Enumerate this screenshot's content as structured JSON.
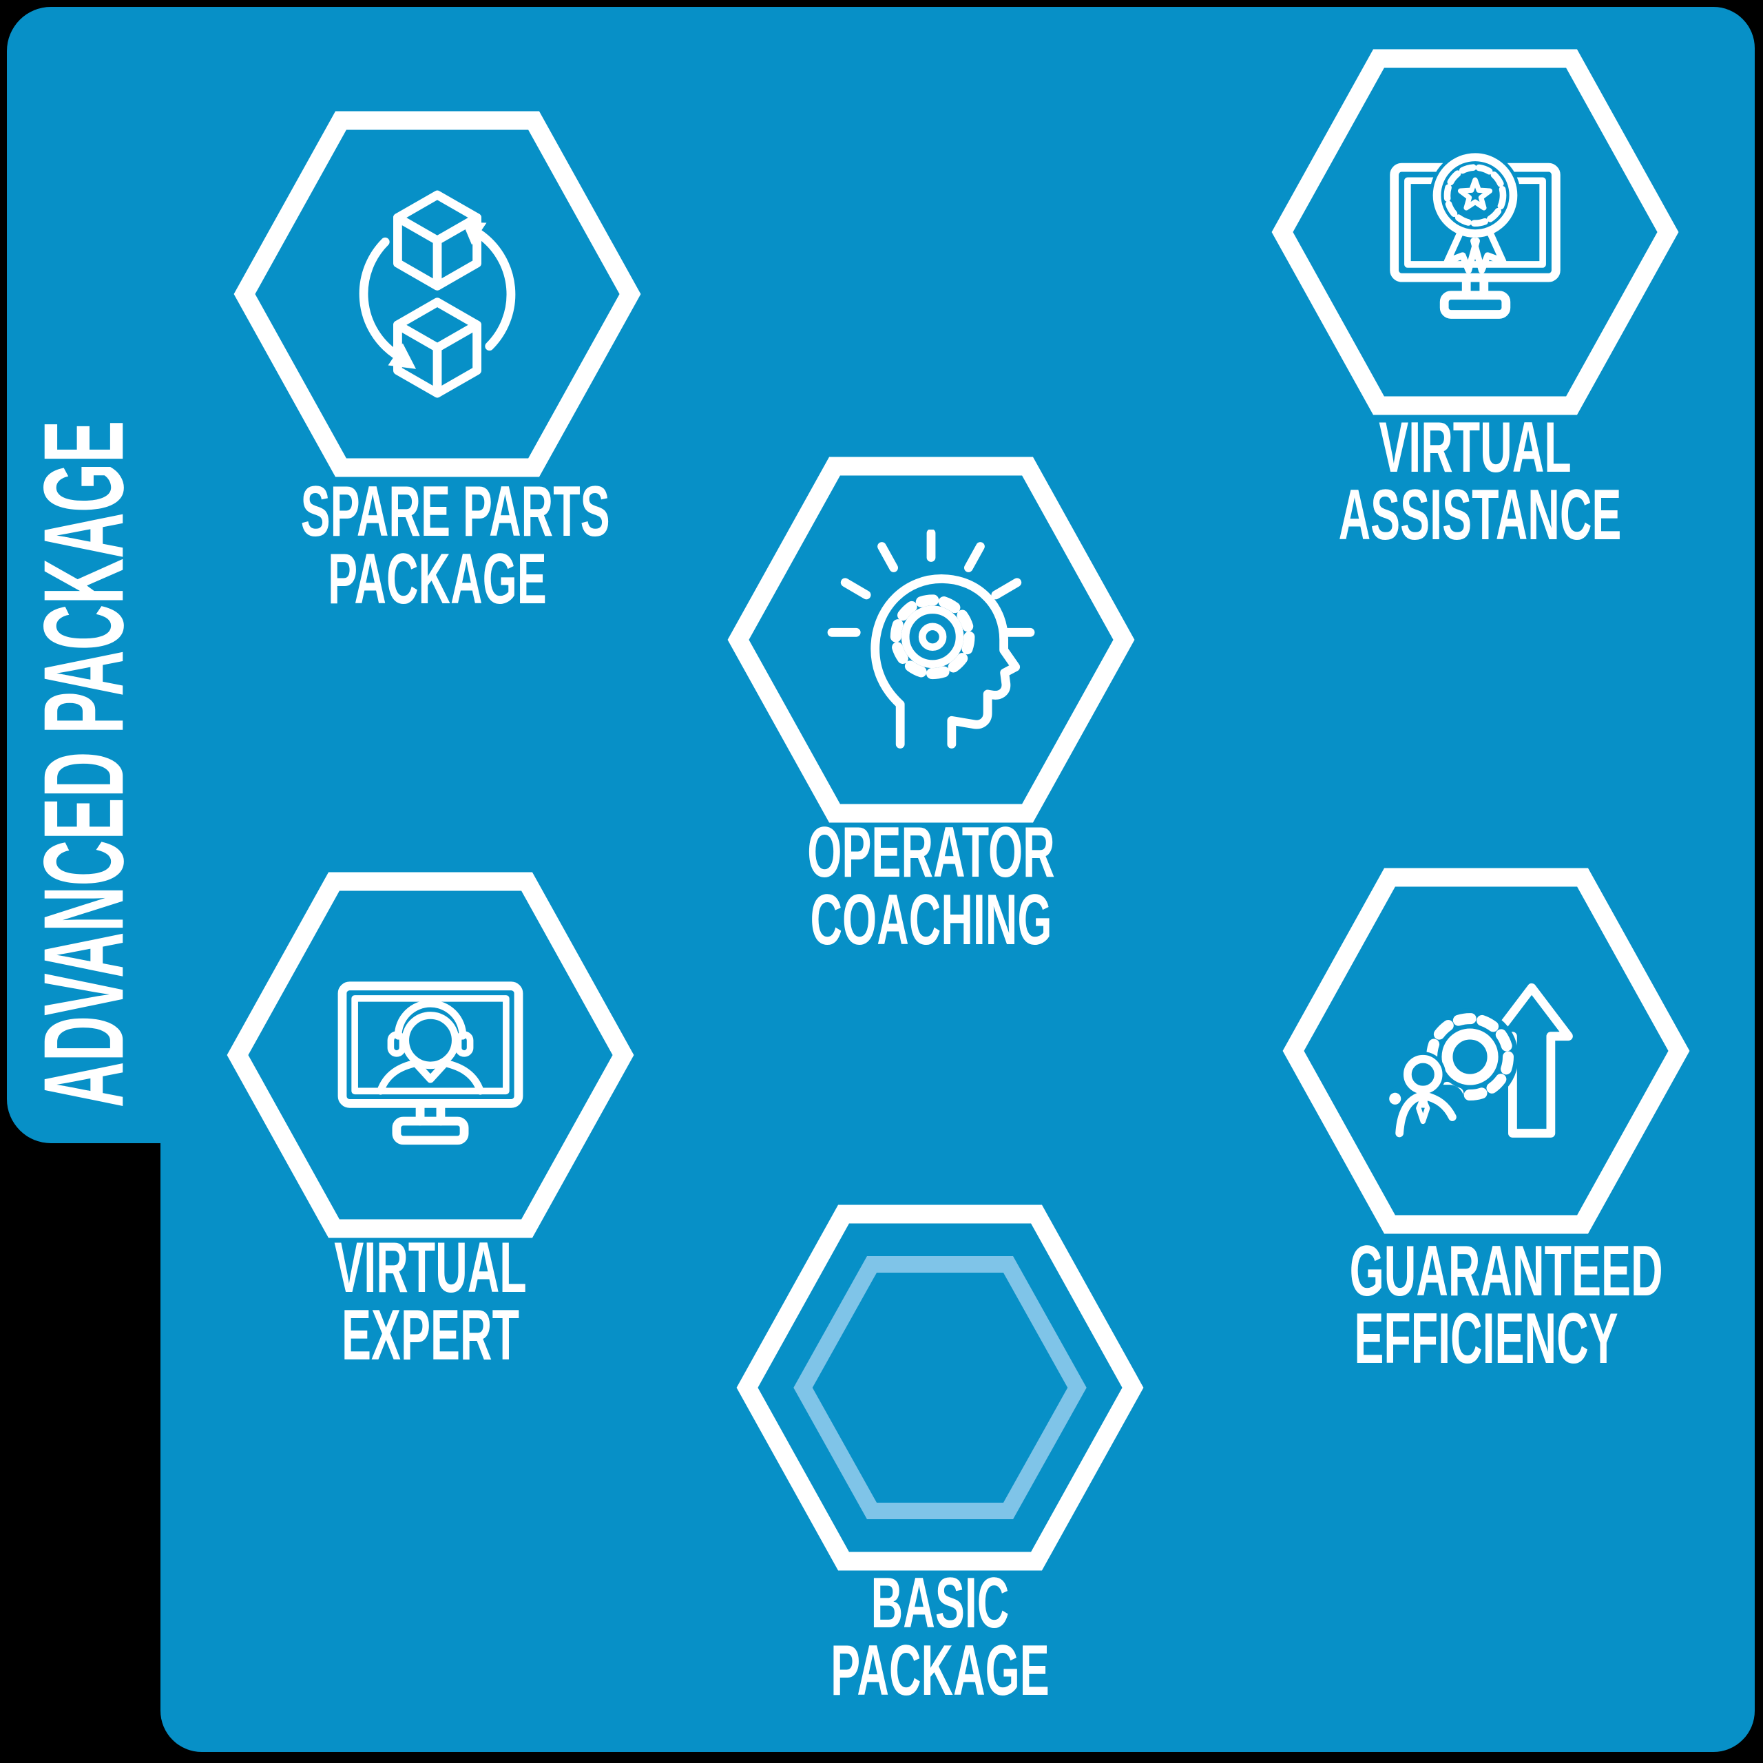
{
  "title": {
    "text": "ADVANCED PACKAGE"
  },
  "colors": {
    "background": "#000000",
    "panel": "#0790C7",
    "light_hex": "#7FC4E8",
    "foreground": "#FFFFFF"
  },
  "hexagons": [
    {
      "id": "spare-parts",
      "label_line1": "SPARE PARTS",
      "label_line2": "PACKAGE",
      "icon": "cubes-cycle-icon"
    },
    {
      "id": "virtual-assistance",
      "label_line1": "VIRTUAL",
      "label_line2": "ASSISTANCE",
      "icon": "monitor-award-icon"
    },
    {
      "id": "operator-coaching",
      "label_line1": "OPERATOR",
      "label_line2": "COACHING",
      "icon": "head-gear-icon"
    },
    {
      "id": "virtual-expert",
      "label_line1": "VIRTUAL",
      "label_line2": "EXPERT",
      "icon": "monitor-support-agent-icon"
    },
    {
      "id": "guaranteed-efficiency",
      "label_line1": "GUARANTEED",
      "label_line2": "EFFICIENCY",
      "icon": "gear-person-growth-icon"
    },
    {
      "id": "basic-package",
      "label_line1": "BASIC",
      "label_line2": "PACKAGE",
      "icon": "nested-hexagon-icon"
    }
  ]
}
